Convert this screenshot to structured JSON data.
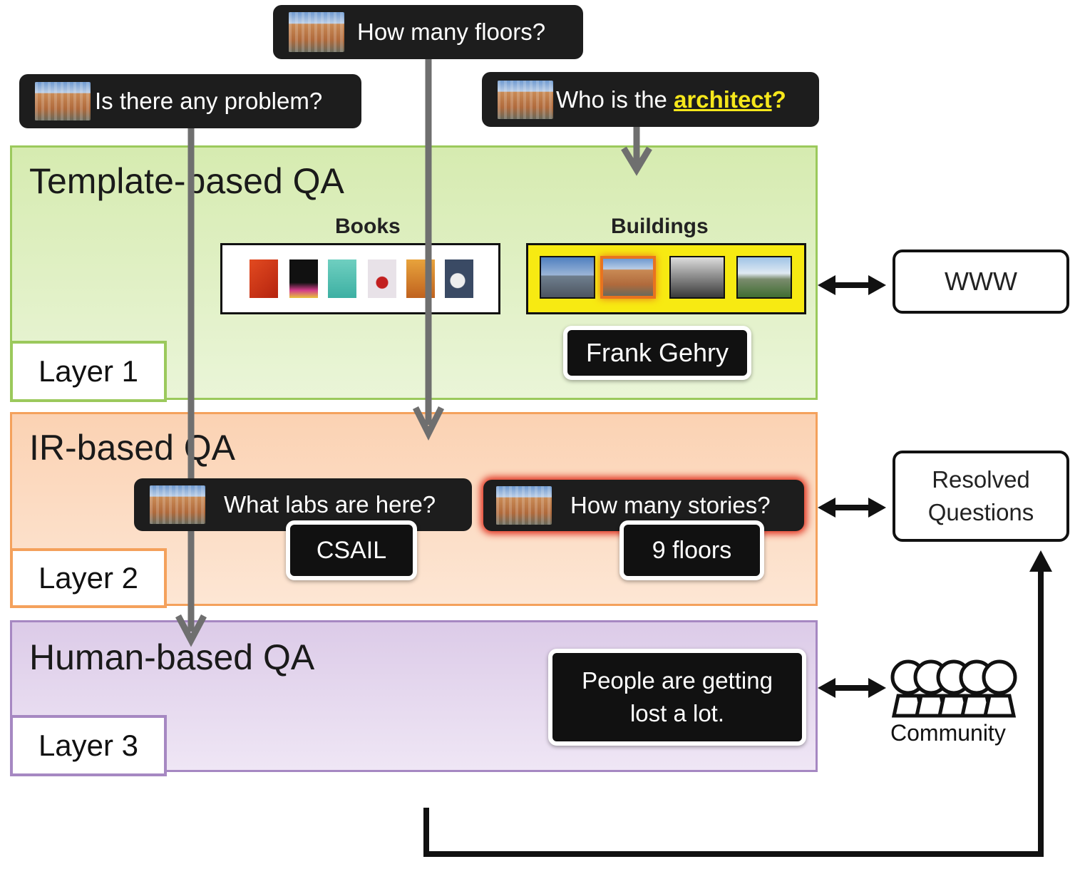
{
  "questions": {
    "floors": "How many floors?",
    "problem": "Is there any problem?",
    "architect_prefix": "Who is the ",
    "architect_keyword": "architect",
    "architect_suffix": "?"
  },
  "layer1": {
    "title": "Template-based QA",
    "tag": "Layer 1",
    "books_label": "Books",
    "buildings_label": "Buildings",
    "answer": "Frank Gehry"
  },
  "layer2": {
    "title": "IR-based QA",
    "tag": "Layer 2",
    "q1": "What labs are here?",
    "a1": "CSAIL",
    "q2": "How many stories?",
    "a2": "9 floors"
  },
  "layer3": {
    "title": "Human-based QA",
    "tag": "Layer 3",
    "answer_line1": "People are getting",
    "answer_line2": "lost a lot."
  },
  "side": {
    "www": "WWW",
    "resolved_line1": "Resolved",
    "resolved_line2": "Questions",
    "community": "Community"
  },
  "colors": {
    "layer1": "#9bc95c",
    "layer2": "#f4a15c",
    "layer3": "#a688c2",
    "keyword": "#f6e71b",
    "selected_building_border": "#e8731f",
    "buildings_frame": "#f7ea12",
    "highlight_glow": "#e0301e"
  },
  "icons": {
    "community": "people-group-icon",
    "question_thumbnail": "building-photo-thumbnail"
  }
}
